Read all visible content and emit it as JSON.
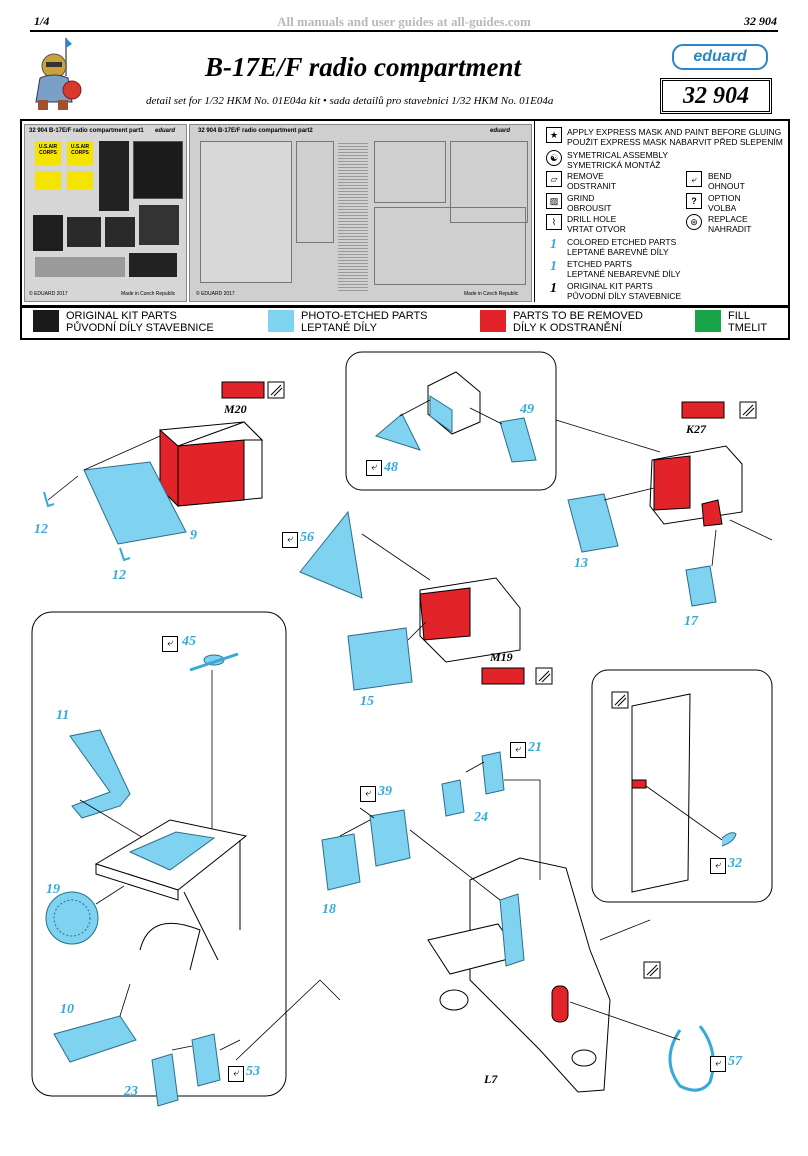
{
  "header": {
    "page_num": "1/4",
    "watermark": "All manuals and user guides at all-guides.com",
    "code_top": "32 904",
    "title": "B-17E/F radio compartment",
    "subtitle": "detail set for 1/32  HKM  No. 01E04a kit • sada detailů pro stavebnici 1/32  HKM  No. 01E04a",
    "brand": "eduard",
    "code_box": "32 904"
  },
  "frets": {
    "part1": {
      "label": "32 904  B-17E/F radio compartment   part1",
      "brand": "eduard",
      "copyright": "© EDUARD 2017",
      "made": "Made in Czech Republic",
      "placard1": "U.S.AIR CORPS",
      "placard2": "U.S.AIR CORPS"
    },
    "part2": {
      "label": "32 904  B-17E/F radio compartment   part2",
      "brand": "eduard",
      "copyright": "© EDUARD 2017",
      "made": "Made in Czech Republic"
    }
  },
  "legend": {
    "express_mask": [
      "APPLY EXPRESS MASK AND PAINT BEFORE GLUING",
      "POUŽIT EXPRESS MASK NABARVIT PŘED SLEPENÍM"
    ],
    "symmetrical": [
      "SYMETRICAL ASSEMBLY",
      "SYMETRICKÁ MONTÁŽ"
    ],
    "remove": [
      "REMOVE",
      "ODSTRANIT"
    ],
    "bend": [
      "BEND",
      "OHNOUT"
    ],
    "grind": [
      "GRIND",
      "OBROUSIT"
    ],
    "option": [
      "OPTION",
      "VOLBA"
    ],
    "drill": [
      "DRILL HOLE",
      "VRTAT OTVOR"
    ],
    "replace": [
      "REPLACE",
      "NAHRADIT"
    ],
    "colored": {
      "num": "1",
      "lines": [
        "COLORED ETCHED PARTS",
        "LEPTANÉ BAREVNÉ DÍLY"
      ]
    },
    "etched": {
      "num": "1",
      "lines": [
        "ETCHED PARTS",
        "LEPTANÉ NEBAREVNÉ DÍLY"
      ]
    },
    "original": {
      "num": "1",
      "lines": [
        "ORIGINAL KIT PARTS",
        "PŮVODNÍ DÍLY STAVEBNICE"
      ]
    }
  },
  "color_key": [
    {
      "color": "#1a1a1a",
      "lines": [
        "ORIGINAL KIT PARTS",
        "PŮVODNÍ DÍLY STAVEBNICE"
      ]
    },
    {
      "color": "#7fd2f0",
      "lines": [
        "PHOTO-ETCHED PARTS",
        "LEPTANÉ DÍLY"
      ]
    },
    {
      "color": "#e2232a",
      "lines": [
        "PARTS TO BE REMOVED",
        "DÍLY K ODSTRANĚNÍ"
      ]
    },
    {
      "color": "#1aa44a",
      "lines": [
        "FILL",
        "TMELIT"
      ]
    }
  ],
  "parts": {
    "kit": {
      "m20": "M20",
      "k27": "K27",
      "m19": "M19",
      "l7": "L7"
    },
    "pe": {
      "p9": "9",
      "p10": "10",
      "p11": "11",
      "p12a": "12",
      "p12b": "12",
      "p13": "13",
      "p15": "15",
      "p17": "17",
      "p18": "18",
      "p19": "19",
      "p21": "21",
      "p23": "23",
      "p24": "24",
      "p32": "32",
      "p39": "39",
      "p45": "45",
      "p48": "48",
      "p49": "49",
      "p53": "53",
      "p56": "56",
      "p57": "57"
    }
  },
  "colors": {
    "pe_blue": "#7fd2f0",
    "pe_blue_dark": "#38a9d6",
    "remove_red": "#e2232a",
    "brand_blue": "#2c86c9"
  },
  "icons": [
    "star-icon",
    "yin-yang-icon",
    "remove-icon",
    "bend-icon",
    "grind-icon",
    "question-icon",
    "drill-icon",
    "replace-icon",
    "knight-mascot-icon"
  ]
}
